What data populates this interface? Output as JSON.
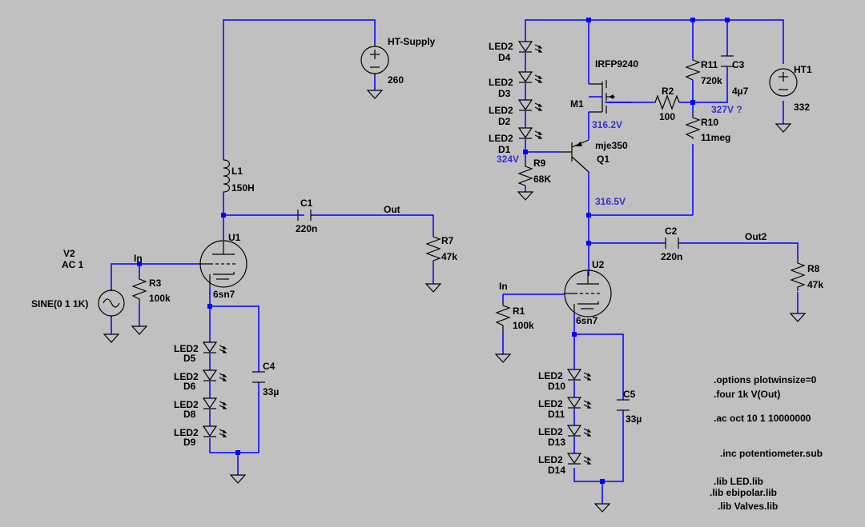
{
  "components": {
    "ht_supply": {
      "name": "HT-Supply",
      "value": "260"
    },
    "ht1": {
      "name": "HT1",
      "value": "332"
    },
    "l1": {
      "name": "L1",
      "value": "150H"
    },
    "c1": {
      "name": "C1",
      "value": "220n"
    },
    "c2": {
      "name": "C2",
      "value": "220n"
    },
    "c3": {
      "name": "C3",
      "value": "4µ7"
    },
    "c4": {
      "name": "C4",
      "value": "33µ"
    },
    "c5": {
      "name": "C5",
      "value": "33µ"
    },
    "r1": {
      "name": "R1",
      "value": "100k"
    },
    "r2": {
      "name": "R2",
      "value": "100"
    },
    "r3": {
      "name": "R3",
      "value": "100k"
    },
    "r7": {
      "name": "R7",
      "value": "47k"
    },
    "r8": {
      "name": "R8",
      "value": "47k"
    },
    "r9": {
      "name": "R9",
      "value": "68K"
    },
    "r10": {
      "name": "R10",
      "value": "11meg"
    },
    "r11": {
      "name": "R11",
      "value": "720k"
    },
    "u1": {
      "name": "U1",
      "value": "6sn7"
    },
    "u2": {
      "name": "U2",
      "value": "6sn7"
    },
    "m1": {
      "name": "M1",
      "value": "IRFP9240"
    },
    "q1": {
      "name": "Q1",
      "value": "mje350"
    },
    "v2": {
      "name": "V2",
      "value": "AC 1",
      "extra": "SINE(0 1 1K)"
    },
    "leds": [
      {
        "name": "D4",
        "value": "LED2"
      },
      {
        "name": "D3",
        "value": "LED2"
      },
      {
        "name": "D2",
        "value": "LED2"
      },
      {
        "name": "D1",
        "value": "LED2"
      },
      {
        "name": "D5",
        "value": "LED2"
      },
      {
        "name": "D6",
        "value": "LED2"
      },
      {
        "name": "D8",
        "value": "LED2"
      },
      {
        "name": "D9",
        "value": "LED2"
      },
      {
        "name": "D10",
        "value": "LED2"
      },
      {
        "name": "D11",
        "value": "LED2"
      },
      {
        "name": "D13",
        "value": "LED2"
      },
      {
        "name": "D14",
        "value": "LED2"
      }
    ]
  },
  "nets": {
    "in1": "In",
    "in2": "In",
    "out": "Out",
    "out2": "Out2"
  },
  "voltages": {
    "v1": "316.2V",
    "v2": "324V",
    "v3": "316.5V",
    "v4": "327V ?"
  },
  "directives": [
    ".options plotwinsize=0",
    ".four 1k V(Out)",
    ".ac oct 10 1 10000000",
    ".inc potentiometer.sub",
    ".lib LED.lib",
    ".lib ebipolar.lib",
    ".lib Valves.lib"
  ],
  "colors": {
    "background": "#c0c0c0",
    "wire": "#0000ff",
    "annotation": "#3333cc"
  }
}
